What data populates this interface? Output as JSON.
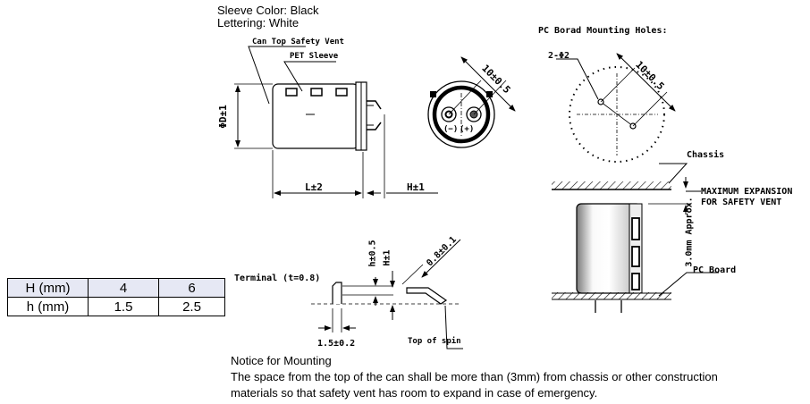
{
  "header": {
    "sleeve_color": "Sleeve Color: Black",
    "lettering": "Lettering: White"
  },
  "side_view": {
    "vent_label": "Can Top Safety Vent",
    "sleeve_label": "PET Sleeve",
    "diameter_label": "ΦD±1",
    "length_label": "L±2",
    "h_label": "H±1"
  },
  "top_view": {
    "pitch_label": "10±0.5",
    "neg_label": "(−)",
    "pos_label": "(+)"
  },
  "pcb_holes": {
    "title": "PC Borad Mounting Holes:",
    "holes_label": "2-Φ2",
    "pitch_label": "10±0.5"
  },
  "mounting": {
    "chassis_label": "Chassis",
    "expansion_line1": "MAXIMUM EXPANSION",
    "expansion_line2": "FOR SAFETY VENT",
    "gap_label": "3.0mm Approx.",
    "pcb_label": "PC Board"
  },
  "terminal": {
    "title": "Terminal (t=0.8)",
    "h_small": "h±0.5",
    "h_big": "H±1",
    "width_label": "0.8±0.1",
    "spacing_label": "1.5±0.2",
    "spin_label": "Top of spin"
  },
  "table": {
    "rows": [
      [
        "H (mm)",
        "4",
        "6"
      ],
      [
        "h (mm)",
        "1.5",
        "2.5"
      ]
    ]
  },
  "notice": {
    "title": "Notice for Mounting",
    "line1": "The space from the top of the can shall be more than (3mm) from chassis or other construction",
    "line2": "materials so that safety vent has room to expand in case of emergency."
  }
}
